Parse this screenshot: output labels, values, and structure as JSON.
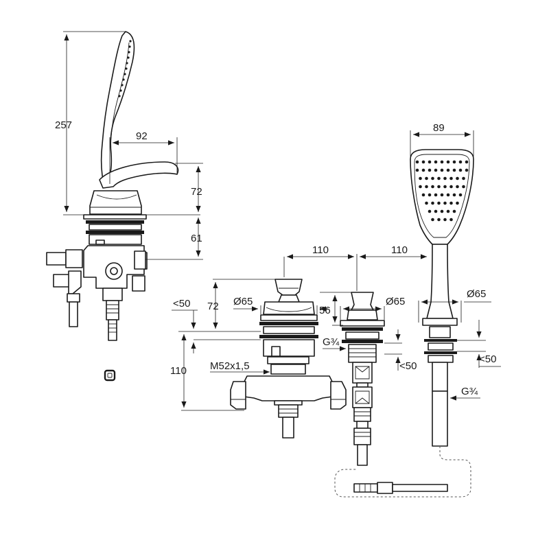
{
  "left_unit": {
    "height_total": "257",
    "lever_reach": "92",
    "upper_height": "72",
    "lower_height": "61"
  },
  "mixer_body": {
    "max_deck_thickness": "<50",
    "handle_height": "72",
    "rosette_diameter": "Ø65",
    "body_depth": "110",
    "thread": "M52x1,5"
  },
  "spacing": {
    "mixer_to_diverter": "110",
    "diverter_to_shower": "110"
  },
  "diverter": {
    "height": "56",
    "rosette_diameter": "Ø65",
    "connection": "G¾",
    "max_deck_thickness": "<50"
  },
  "hand_shower": {
    "width": "89",
    "rosette_diameter": "Ø65",
    "max_deck_thickness": "<50",
    "connection": "G¾"
  }
}
